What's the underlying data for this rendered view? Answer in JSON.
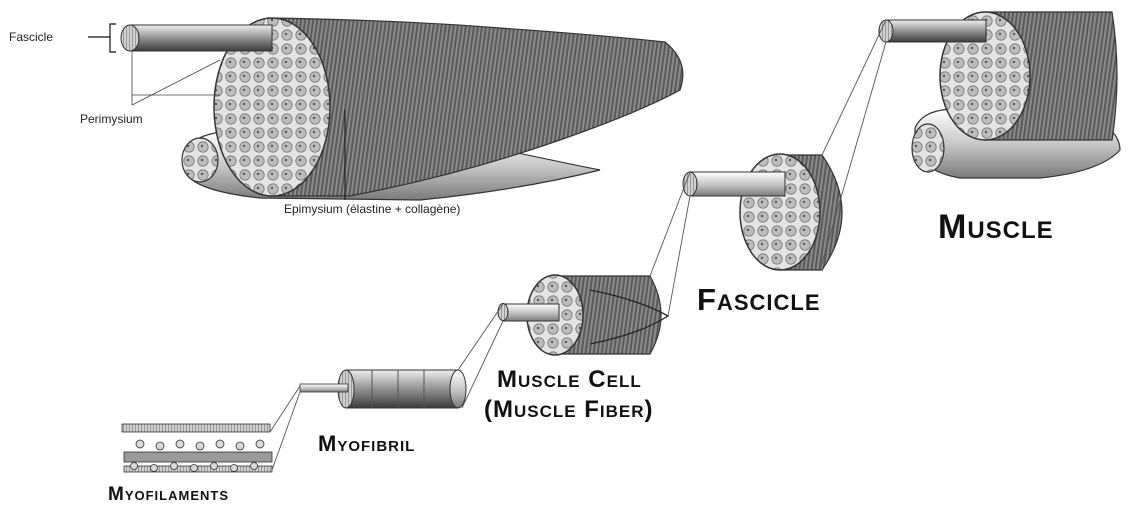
{
  "labels": {
    "fascicle_small": "Fascicle",
    "perimysium": "Perimysium",
    "epimysium": "Epimysium (élastine + collagène)",
    "muscle": "Muscle",
    "fascicle": "Fascicle",
    "muscle_cell_line1": "Muscle Cell",
    "muscle_cell_line2": "(Muscle Fiber)",
    "myofibril": "Myofibril",
    "myofilaments": "Myofilaments"
  },
  "colors": {
    "tissue_light": "#d9d9d9",
    "tissue_mid": "#a8a8a8",
    "tissue_dark": "#6e6e6e",
    "outline": "#333333"
  }
}
